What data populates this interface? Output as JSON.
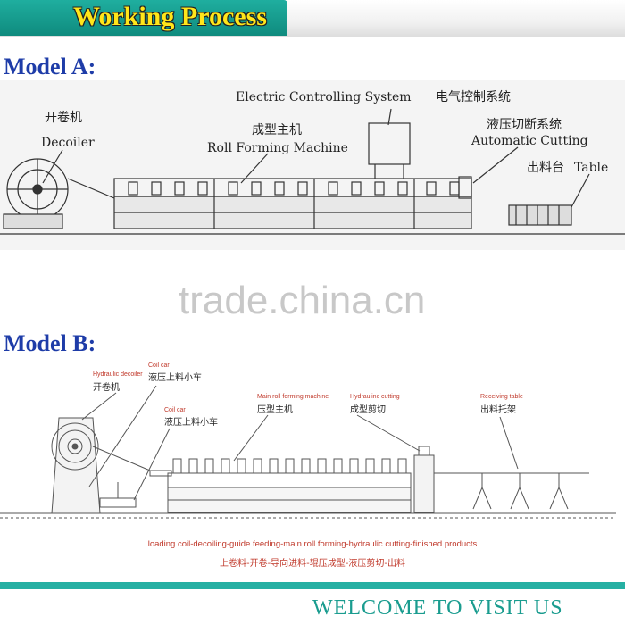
{
  "header": {
    "title": "Working Process"
  },
  "model_a": {
    "label": "Model A:",
    "decoiler_cn": "开卷机",
    "decoiler_en": "Decoiler",
    "control_en": "Electric Controlling System",
    "control_cn": "电气控制系统",
    "roll_cn": "成型主机",
    "roll_en": "Roll Forming Machine",
    "cutting_cn": "液压切断系统",
    "cutting_en": "Automatic Cutting",
    "table_cn": "出料台",
    "table_en": "Table"
  },
  "watermark": "trade.china.cn",
  "model_b": {
    "label": "Model B:",
    "hyd_decoiler_en": "Hydraulic decoiler",
    "hyd_decoiler_cn": "开卷机",
    "coil_car1_en": "Coil car",
    "coil_car1_cn": "液压上料小车",
    "coil_car2_en": "Coil car",
    "coil_car2_cn": "液压上料小车",
    "main_roll_en": "Main roll forming machine",
    "main_roll_cn": "压型主机",
    "hyd_cutting_en": "Hydraulinc cutting",
    "hyd_cutting_cn": "成型剪切",
    "receiving_en": "Receiving table",
    "receiving_cn": "出料托架",
    "process_en": "loading coil-decoiling-guide feeding-main roll forming-hydraulic cutting-finished products",
    "process_cn": "上卷料-开卷-导向进料-辊压成型-液压剪切-出料"
  },
  "footer": {
    "text": "WELCOME TO VISIT US"
  }
}
